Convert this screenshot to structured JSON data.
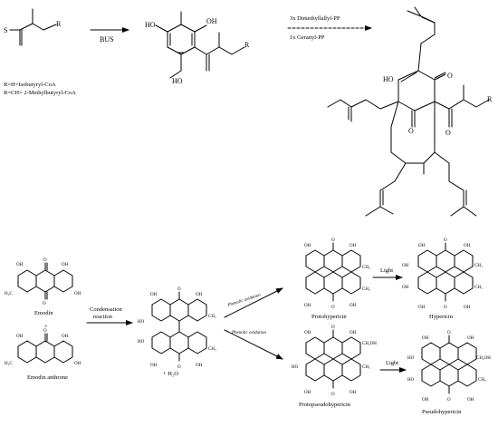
{
  "top": {
    "s_atom": "S",
    "r_group": "R",
    "bus_label": "BUS",
    "oh_label": "HO",
    "oh_label_right": "OH",
    "o_label": "O",
    "ho_label": "HO",
    "r_caption_1": "R=H=Isobutyryl-CoA",
    "r_caption_2": "R=CH= 2-Methylbutyryl-CoA",
    "prenyl_step_1": "3x Dimethyllallyl-PP",
    "prenyl_step_2": "1x Geranyl-PP"
  },
  "bottom": {
    "emodin_label": "Emodin",
    "plus_1": "+",
    "emodin_anthrone_label": "Emodin anthrone",
    "condensation_1": "Condensation",
    "condensation_2": "reaction",
    "water": "+ H₂O",
    "oxidation_1": "Phenolic oxidation",
    "oxidation_2": "Phenolic oxidation",
    "protohypericin_label": "Protohypericin",
    "protopseudohypericin_label": "Protopseudohypericin",
    "light_1": "Light",
    "light_2": "Light",
    "hypericin_label": "Hypericin",
    "pseudohypericin_label": "Pseudohypericin",
    "oh": "OH",
    "o": "O",
    "h3c": "H₃C",
    "ch3": "CH₃",
    "ch2oh": "CH₂OH",
    "ho": "HO"
  },
  "colors": {
    "ink": "#000000",
    "background": "#ffffff"
  }
}
